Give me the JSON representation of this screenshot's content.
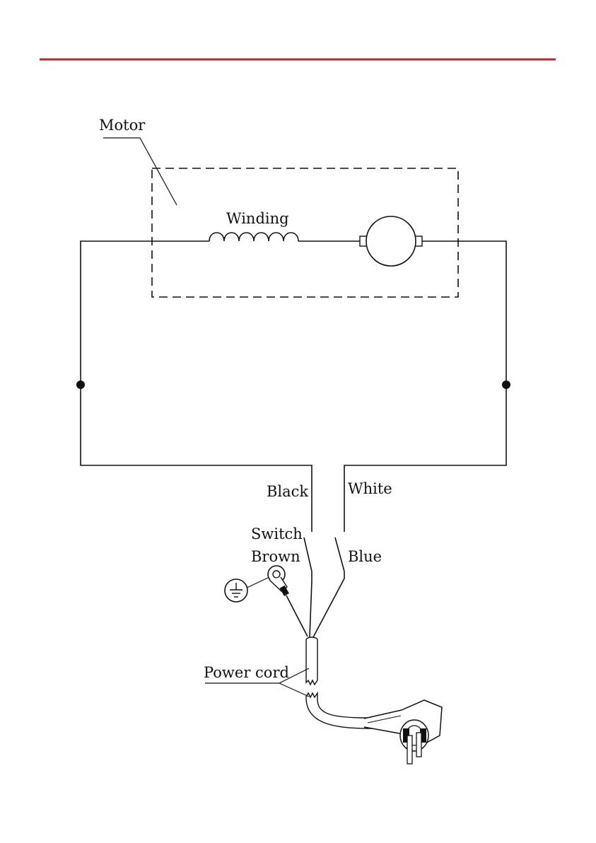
{
  "colors": {
    "header_rule": "#b5262f",
    "ink": "#111111"
  },
  "labels": {
    "motor": "Motor",
    "winding": "Winding",
    "black": "Black",
    "white": "White",
    "switch": "Switch",
    "brown": "Brown",
    "blue": "Blue",
    "power_cord": "Power cord"
  },
  "icons": {
    "ground": "ground-symbol-icon",
    "plug": "power-plug-icon",
    "motor_armature": "motor-armature-icon"
  }
}
